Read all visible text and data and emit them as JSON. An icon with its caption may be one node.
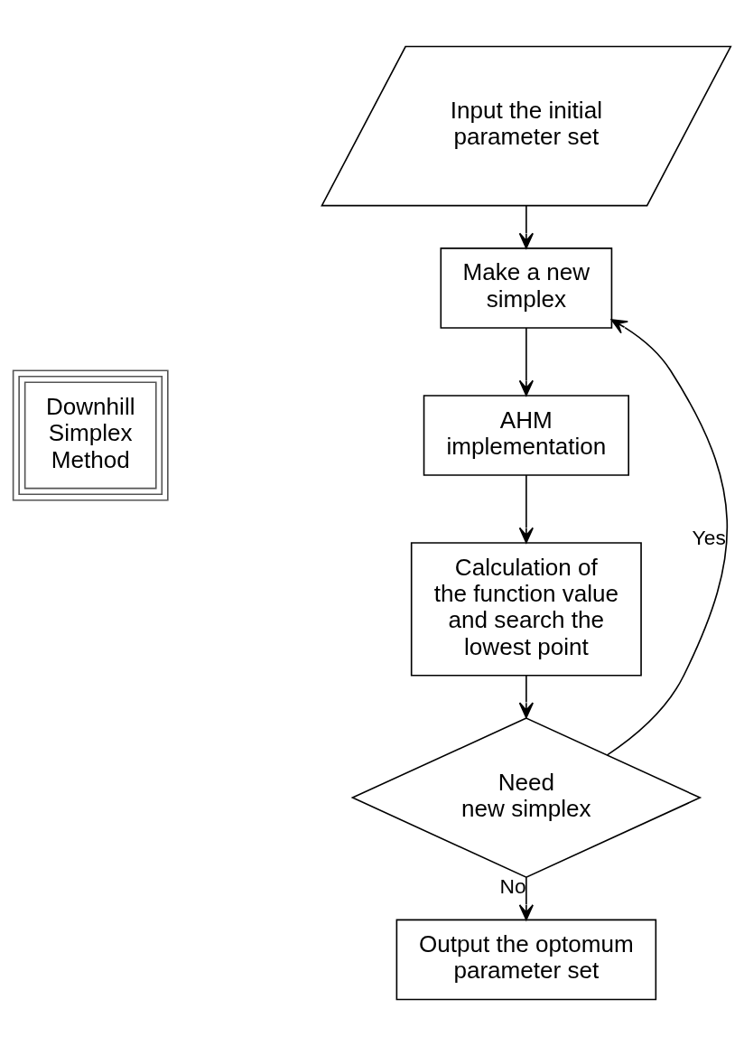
{
  "diagram": {
    "nodes": [
      {
        "text": [
          "Downhill Simplex Method"
        ]
      },
      {
        "text": [
          "Input the initial parameter set"
        ]
      },
      {
        "text": [
          "Make a new simplex"
        ]
      },
      {
        "text": [
          "AHM implementation"
        ]
      },
      {
        "text": [
          "Calculation of the function value and search the lowest point"
        ]
      },
      {
        "text": [
          "Need new simplex"
        ]
      },
      {
        "text": [
          "Output the optomum parameter set"
        ]
      }
    ],
    "edges": [
      {
        "from": 1,
        "to": 2,
        "arrow": "to"
      },
      {
        "from": 2,
        "to": 3,
        "arrow": "to"
      },
      {
        "from": 3,
        "to": 4,
        "arrow": "to"
      },
      {
        "from": 4,
        "to": 5,
        "arrow": "to"
      },
      {
        "from": 5,
        "to": 2,
        "arrow": "to",
        "label": "Yes"
      },
      {
        "from": 5,
        "to": 6,
        "arrow": "to",
        "label": "No"
      }
    ]
  }
}
